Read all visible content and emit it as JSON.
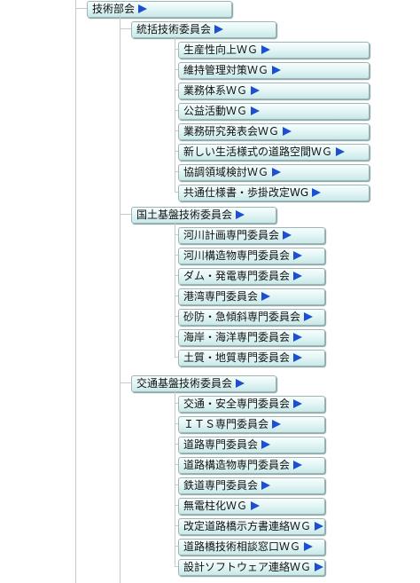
{
  "root": {
    "label": "技術部会"
  },
  "committees": [
    {
      "label": "統括技術委員会",
      "items": [
        "生産性向上ＷＧ",
        "維持管理対策ＷＧ",
        "業務体系ＷＧ",
        "公益活動ＷＧ",
        "業務研究発表会ＷＧ",
        "新しい生活様式の道路空間ＷＧ",
        "協調領域検討ＷＧ",
        "共通仕様書・歩掛改定WG"
      ]
    },
    {
      "label": "国土基盤技術委員会",
      "items": [
        "河川計画専門委員会",
        "河川構造物専門委員会",
        "ダム・発電専門委員会",
        "港湾専門委員会",
        "砂防・急傾斜専門委員会",
        "海岸・海洋専門委員会",
        "土質・地質専門委員会"
      ]
    },
    {
      "label": "交通基盤技術委員会",
      "items": [
        "交通・安全専門委員会",
        "ＩＴＳ専門委員会",
        "道路専門委員会",
        "道路構造物専門委員会",
        "鉄道専門委員会",
        "無電柱化ＷＧ",
        "改定道路橋示方書連絡ＷＧ",
        "道路橋技術相談窓口ＷＧ",
        "設計ソフトウェア連絡ＷＧ"
      ]
    }
  ],
  "colors": {
    "line": "#c9c9c9",
    "node_border": "#9fb6b6",
    "arrow": "#1d4fd1"
  },
  "icons": {
    "arrow": "arrow-right-icon"
  }
}
